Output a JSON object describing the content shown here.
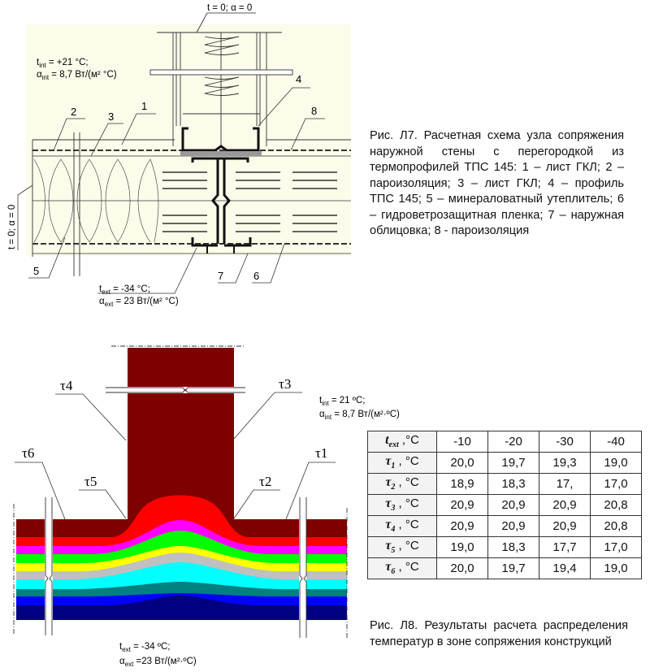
{
  "figure7": {
    "caption": "Рис. Л7. Расчетная схема узла сопряжения наружной стены с перегородкой из термопрофилей ТПС 145: 1 – лист ГКЛ; 2 – пароизоляция; 3 – лист ГКЛ; 4 – профиль ТПС 145; 5 – минераловатный утеплитель; 6 – гидроветрозащитная пленка; 7 – наружная облицовка; 8 - пароизоляция",
    "boundary_top": "t = 0; α = 0",
    "boundary_left": "t = 0; α = 0",
    "t_int": {
      "sym": "t",
      "sub": "int",
      "val": " = +21 °C;"
    },
    "a_int": {
      "sym": "α",
      "sub": "int",
      "val": " = 8,7 Вт/(м² °С)"
    },
    "t_ext": {
      "sym": "t",
      "sub": "ext",
      "val": " = -34 °C;"
    },
    "a_ext": {
      "sym": "α",
      "sub": "ext",
      "val": " = 23 Вт/(м² °С)"
    },
    "labels": [
      "1",
      "2",
      "3",
      "4",
      "5",
      "6",
      "7",
      "8"
    ]
  },
  "figure8": {
    "caption": "Рис. Л8. Результаты расчета распределения температур в зоне сопряжения конструкций",
    "t_int": {
      "sym": "t",
      "sub": "int",
      "val": " = 21 ºC;"
    },
    "a_int": {
      "sym": "α",
      "sub": "int",
      "val": " = 8,7 Вт/(м²·ºC)"
    },
    "t_ext": {
      "sym": "t",
      "sub": "ext",
      "val": " = -34 ºC;"
    },
    "a_ext": {
      "sym": "α",
      "sub": "ext",
      "val": " =23 Вт/(м²·ºC)"
    },
    "tau_labels": {
      "t1": "τ1",
      "t2": "τ2",
      "t3": "τ3",
      "t4": "τ4",
      "t5": "τ5",
      "t6": "τ6"
    },
    "band_colors": [
      "#7f0000",
      "#ff0000",
      "#ff00ff",
      "#00ff00",
      "#ffff00",
      "#c0c0c0",
      "#00ffff",
      "#008080",
      "#0000ff",
      "#000080"
    ]
  },
  "table": {
    "header": {
      "sym": "t",
      "sub": "ext",
      "unit": " ,°C",
      "cols": [
        "-10",
        "-20",
        "-30",
        "-40"
      ]
    },
    "rows": [
      {
        "sym": "τ",
        "sub": "1",
        "unit": " ,  °C",
        "values": [
          "20,0",
          "19,7",
          "19,3",
          "19,0"
        ]
      },
      {
        "sym": "τ",
        "sub": "2",
        "unit": " ,  °C",
        "values": [
          "18,9",
          "18,3",
          "17,",
          "17,0"
        ]
      },
      {
        "sym": "τ",
        "sub": "3",
        "unit": " ,  °C",
        "values": [
          "20,9",
          "20,9",
          "20,9",
          "20,8"
        ]
      },
      {
        "sym": "τ",
        "sub": "4",
        "unit": " ,  °C",
        "values": [
          "20,9",
          "20,9",
          "20,9",
          "20,8"
        ]
      },
      {
        "sym": "τ",
        "sub": "5",
        "unit": " ,  °C",
        "values": [
          "19,0",
          "18,3",
          "17,7",
          "17,0"
        ]
      },
      {
        "sym": "τ",
        "sub": "6",
        "unit": " ,  °C",
        "values": [
          "20,0",
          "19,7",
          "19,4",
          "19,0"
        ]
      }
    ]
  }
}
